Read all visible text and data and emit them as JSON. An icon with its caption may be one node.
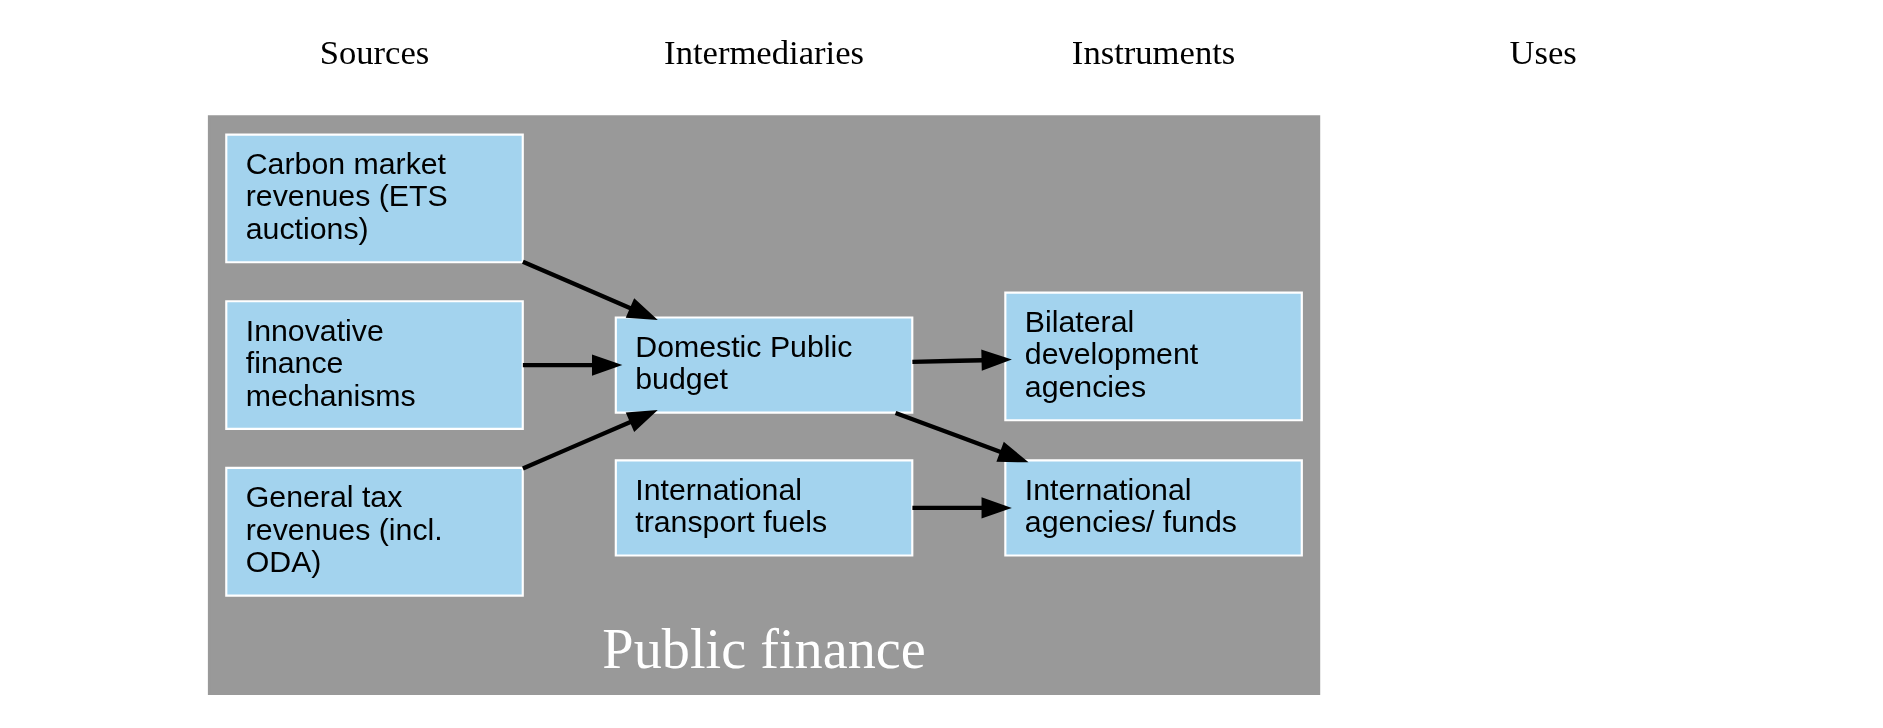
{
  "diagram": {
    "nodes": [
      {
        "text": [
          "Public finance"
        ]
      },
      {
        "text": [
          "Carbon market revenues (ETS auctions)"
        ],
        "in": 0
      },
      {
        "text": [
          "Innovative finance mechanisms"
        ],
        "in": 0
      },
      {
        "text": [
          "General tax revenues (incl. ODA)"
        ],
        "in": 0
      },
      {
        "text": [
          "International transport fuels"
        ],
        "in": 0
      },
      {
        "text": [
          "Domestic Public budget"
        ],
        "in": 0
      },
      {
        "text": [
          "Bilateral development agencies"
        ],
        "in": 0
      },
      {
        "text": [
          "International agencies/ funds"
        ],
        "in": 0
      }
    ],
    "edges": [
      {
        "from": 1,
        "to": 5,
        "arrow": "to"
      },
      {
        "from": 2,
        "to": 5,
        "arrow": "to"
      },
      {
        "from": 3,
        "to": 5,
        "arrow": "to"
      },
      {
        "from": 5,
        "to": 6,
        "arrow": "to"
      },
      {
        "from": 5,
        "to": 7,
        "arrow": "to"
      },
      {
        "from": 4,
        "to": 7,
        "arrow": "to"
      }
    ],
    "labels": [
      "Sources",
      "Intermediaries",
      "Instruments",
      "Uses"
    ]
  }
}
